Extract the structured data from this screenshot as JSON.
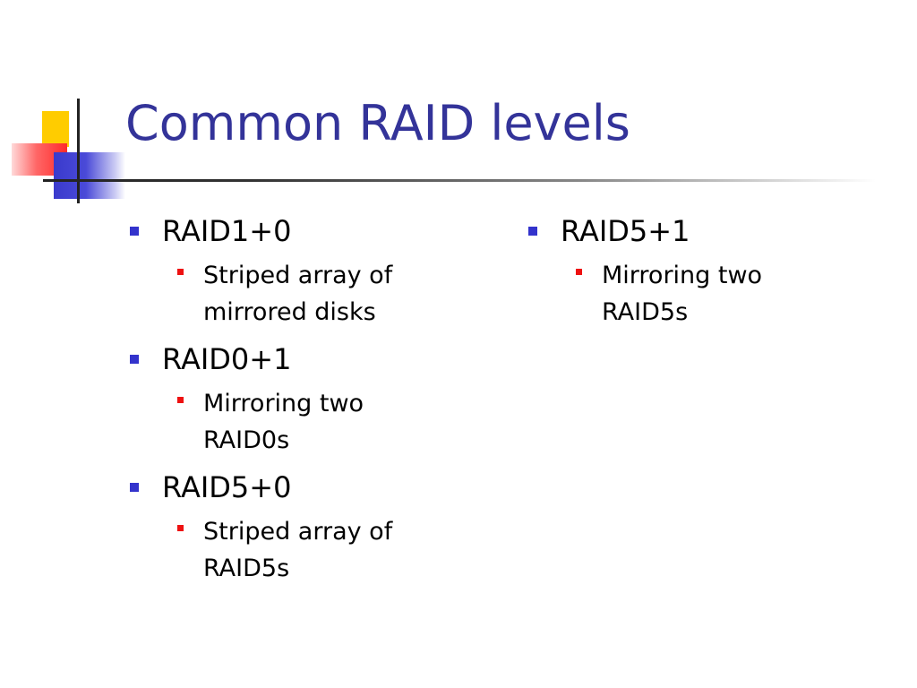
{
  "slide": {
    "title": "Common RAID levels",
    "columns": [
      {
        "items": [
          {
            "label": "RAID1+0",
            "sub": "Striped array of mirrored disks"
          },
          {
            "label": "RAID0+1",
            "sub": "Mirroring two RAID0s"
          },
          {
            "label": "RAID5+0",
            "sub": "Striped array of RAID5s"
          }
        ]
      },
      {
        "items": [
          {
            "label": "RAID5+1",
            "sub": "Mirroring two RAID5s"
          }
        ]
      }
    ]
  },
  "colors": {
    "title": "#333399",
    "level1_bullet": "#3333cc",
    "level2_bullet": "#ee1111"
  }
}
